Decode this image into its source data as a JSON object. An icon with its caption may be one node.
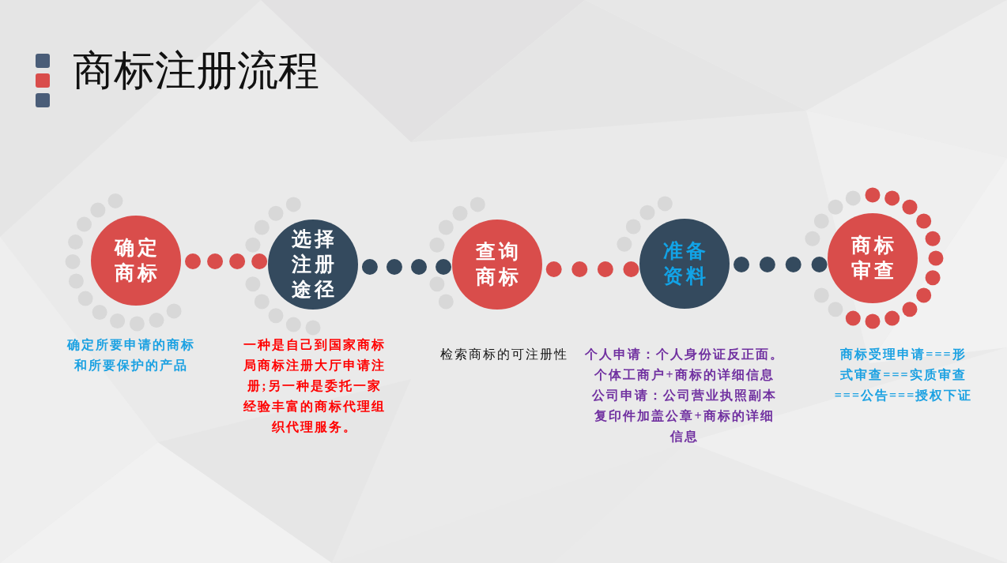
{
  "diagram": {
    "title": "商标注册流程",
    "nodes": [
      {
        "text": [
          "确定商标"
        ],
        "beside": [
          "确定所要申请的商标和所要保护的产品"
        ]
      },
      {
        "text": [
          "选择注册途径"
        ],
        "beside": [
          "一种是自己到国家商标局商标注册大厅申请注册;另一种是委托一家经验丰富的商标代理组织代理服务。"
        ]
      },
      {
        "text": [
          "查询商标"
        ],
        "beside": [
          "检索商标的可注册性"
        ]
      },
      {
        "text": [
          "准备资料"
        ],
        "beside": [
          "个人申请：个人身份证反正面。",
          "个体工商户+商标的详细信息",
          "公司申请：公司营业执照副本复印件加盖公章+商标的详细信息"
        ]
      },
      {
        "text": [
          "商标审查"
        ],
        "beside": [
          "商标受理申请===形式审查===实质审查===公告===授权下证"
        ]
      }
    ],
    "edges": [
      {
        "from": 0,
        "to": 1,
        "arrow": "none",
        "color": "#d94d4b"
      },
      {
        "from": 1,
        "to": 2,
        "arrow": "none",
        "color": "#344a5e"
      },
      {
        "from": 2,
        "to": 3,
        "arrow": "none",
        "color": "#d94d4b"
      },
      {
        "from": 3,
        "to": 4,
        "arrow": "none",
        "color": "#344a5e"
      }
    ]
  }
}
